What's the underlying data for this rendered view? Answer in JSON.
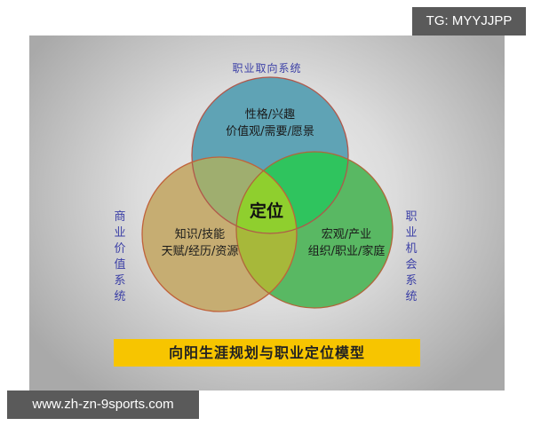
{
  "diagram": {
    "type": "venn",
    "title": "向阳生涯规划与职业定位模型",
    "center_label": "定位",
    "systems": [
      {
        "name": "职业取向系统",
        "position": "top",
        "lines": [
          "性格/兴趣",
          "价值观/需要/愿景"
        ],
        "color": "#5fa3b5"
      },
      {
        "name": "商业价值系统",
        "position": "left",
        "lines": [
          "知识/技能",
          "天赋/经历/资源"
        ],
        "color": "#c6ad72"
      },
      {
        "name": "职业机会系统",
        "position": "right",
        "lines": [
          "宏观/产业",
          "组织/职业/家庭"
        ],
        "color": "#59b863"
      }
    ],
    "overlap_colors": {
      "top_left": "#9fae6f",
      "top_right": "#2fc45e",
      "left_right": "#a7b83a",
      "center": "#8fcf2e"
    },
    "banner_color": "#f7c500",
    "label_color": "#3b3fa6"
  },
  "watermarks": {
    "tg": "TG: MYYJJPP",
    "url": "www.zh-zn-9sports.com"
  }
}
